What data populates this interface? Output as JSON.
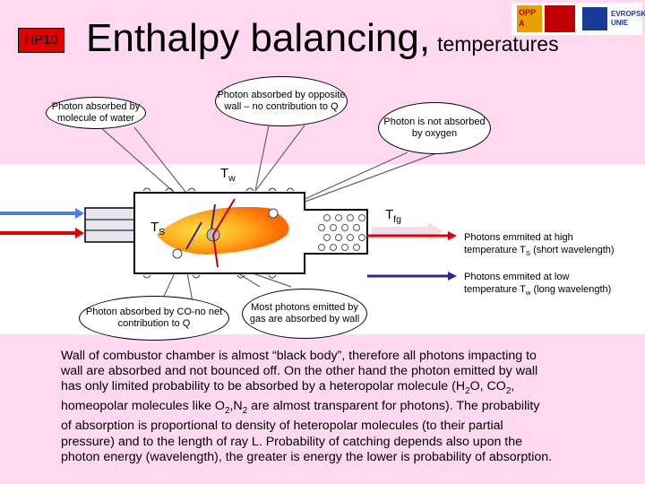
{
  "badge": "HP10",
  "title": {
    "main": "Enthalpy balancing,",
    "sub": "temperatures"
  },
  "logo": {
    "opp_text": "OPP A",
    "eu_text_line1": "EVROPSKÁ",
    "eu_text_line2": "UNIE"
  },
  "callouts": {
    "water": "Photon absorbed by molecule of water",
    "opposite_wall": "Photon absorbed by opposite wall – no contribution to Q",
    "oxygen": "Photon is not absorbed by oxygen",
    "co": "Photon absorbed by CO-no net contribution to Q",
    "gas": "Most photons emitted by gas are absorbed by wall"
  },
  "labels": {
    "tw": "T",
    "tw_sub": "w",
    "tfg": "T",
    "tfg_sub": "fg",
    "ts": "T",
    "ts_sub": "S"
  },
  "legend": {
    "high_line1": "Photons emmited at high",
    "high_line2": "temperature T",
    "high_sub": "S",
    "high_line2_end": " (short wavelength)",
    "low_line1": "Photons emmited at low",
    "low_line2": "temperature T",
    "low_sub": "w",
    "low_line2_end": " (long wavelength)"
  },
  "paragraph": {
    "l1": "Wall of combustor chamber is almost “black body”, therefore all photons impacting to",
    "l2": "wall are absorbed and not bounced off. On the other hand the photon emitted by wall",
    "l3a": "has only limited probability to be absorbed by a heteropolar molecule  (H",
    "l3b": "2",
    "l3c": "O, CO",
    "l3d": "2",
    "l3e": ",",
    "l4a": "homeopolar molecules like O",
    "l4b": "2",
    "l4c": ",N",
    "l4d": "2",
    "l4e": " are almost transparent for photons). The probability",
    "l5": "of absorption is proportional to density of heteropolar molecules (to their partial",
    "l6": "pressure) and to the length of ray L. Probability of catching depends also upon the",
    "l7": "photon energy (wavelength), the greater is energy the lower is probability of absorption."
  },
  "colors": {
    "background": "#ffd9ef",
    "badge": "#e00000",
    "high_arrow": "#e00000",
    "low_arrow": "#2a2a8a",
    "inlet_blue": "#4a7ee0"
  }
}
